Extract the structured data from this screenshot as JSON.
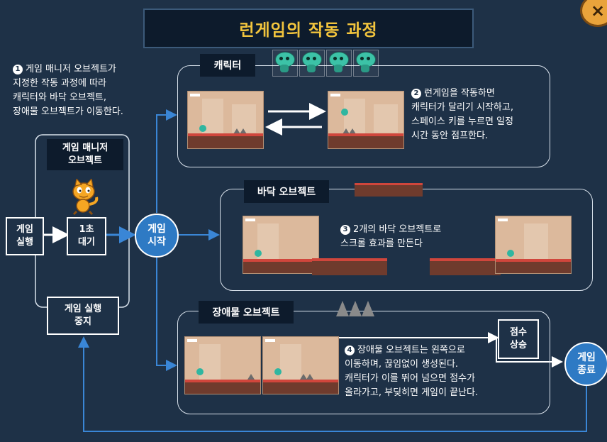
{
  "title": "런게임의 작동 과정",
  "close_icon": "×",
  "note1": {
    "num": "1",
    "lines": [
      "게임 매니저 오브젝트가",
      "지정한 작동 과정에 따라",
      "캐릭터와 바닥 오브젝트,",
      "장애물 오브젝트가 이동한다."
    ]
  },
  "manager": {
    "label_line1": "게임 매니저",
    "label_line2": "오브젝트"
  },
  "boxes": {
    "run_game": [
      "게임",
      "실행"
    ],
    "wait": [
      "1초",
      "대기"
    ],
    "stop_game": [
      "게임 실행",
      "중지"
    ],
    "score_up": [
      "점수",
      "상승"
    ]
  },
  "circles": {
    "start": [
      "게임",
      "시작"
    ],
    "end": [
      "게임",
      "종료"
    ]
  },
  "character_panel": {
    "tag": "캐릭터",
    "note_num": "2",
    "lines": [
      "런게임을 작동하면",
      "캐릭터가 달리기 시작하고,",
      "스페이스 키를 누르면 일정",
      "시간 동안 점프한다."
    ]
  },
  "floor_panel": {
    "tag": "바닥 오브젝트",
    "note_num": "3",
    "lines": [
      "2개의 바닥 오브젝트로",
      "스크롤 효과를 만든다"
    ]
  },
  "obstacle_panel": {
    "tag": "장애물 오브젝트",
    "note_num": "4",
    "lines": [
      "장애물 오브젝트는 왼쪽으로",
      "이동하며, 끊임없이 생성된다.",
      "캐릭터가 이를 뛰어 넘으면 점수가",
      "올라가고, 부딪히면 게임이 끝난다."
    ]
  },
  "colors": {
    "background": "#1e3147",
    "title_text": "#f3c53d",
    "circle": "#2e7ac4",
    "arrow": "#3a86d6"
  },
  "icons": {
    "cat": "scratch-cat-icon",
    "robot": "robot-character-icon"
  }
}
